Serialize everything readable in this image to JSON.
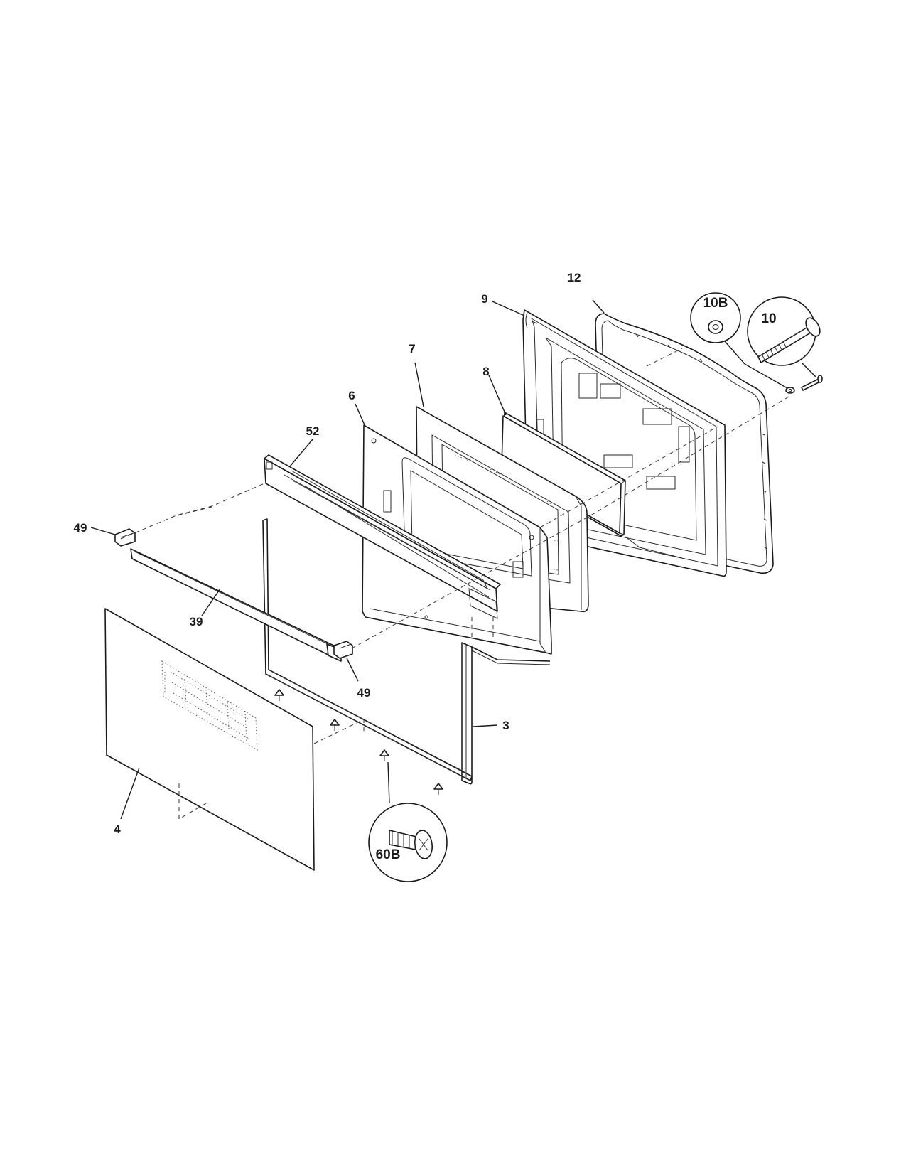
{
  "callouts": {
    "c3": "3",
    "c4": "4",
    "c6": "6",
    "c7": "7",
    "c8": "8",
    "c9": "9",
    "c10": "10",
    "c10b": "10B",
    "c12": "12",
    "c39": "39",
    "c49a": "49",
    "c49b": "49",
    "c52": "52",
    "c60b": "60B"
  }
}
